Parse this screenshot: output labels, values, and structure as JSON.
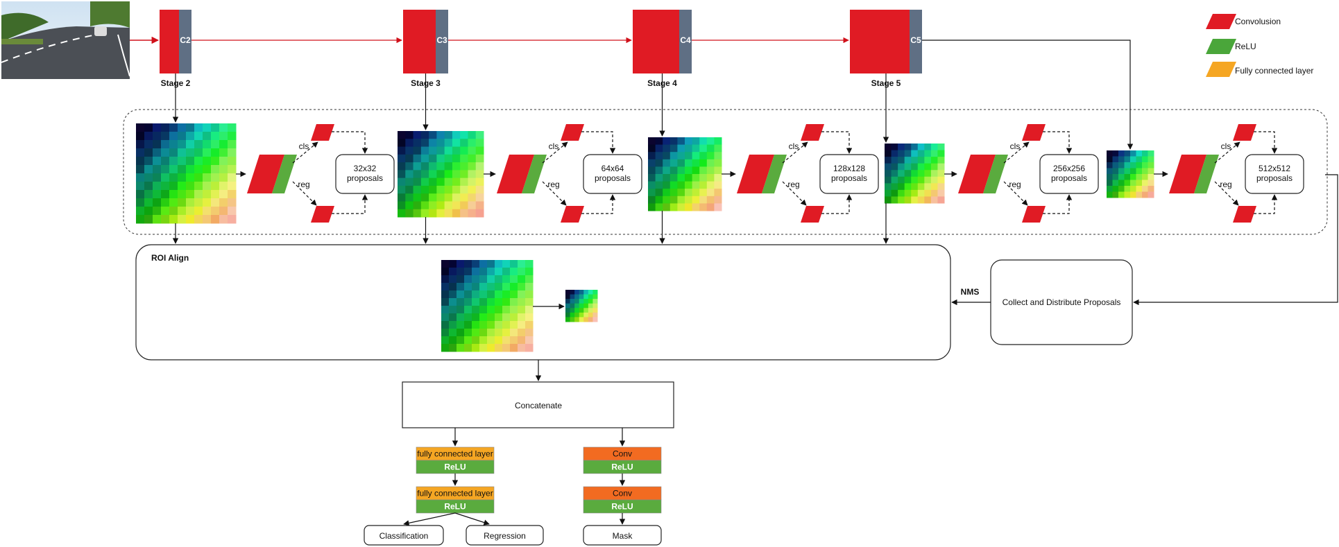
{
  "stages": [
    {
      "c_label": "C2",
      "stage_label": "Stage 2",
      "proposal_label": "32x32\nproposals"
    },
    {
      "c_label": "C3",
      "stage_label": "Stage 3",
      "proposal_label": "64x64\nproposals"
    },
    {
      "c_label": "C4",
      "stage_label": "Stage 4",
      "proposal_label": "128x128\nproposals"
    },
    {
      "c_label": "C5",
      "stage_label": "Stage 5",
      "proposal_label": "256x256\nproposals"
    },
    {
      "c_label": "",
      "stage_label": "",
      "proposal_label": "512x512\nproposals"
    }
  ],
  "rpn": {
    "cls_label": "cls",
    "reg_label": "reg"
  },
  "legend": [
    {
      "label": "Convolusion",
      "color": "#e01b24"
    },
    {
      "label": "ReLU",
      "color": "#4aa63a"
    },
    {
      "label": "Fully connected layer",
      "color": "#f5a623"
    }
  ],
  "roi_align": {
    "label": "ROI Align"
  },
  "nms": {
    "label": "NMS"
  },
  "collect": {
    "label": "Collect and Distribute Proposals"
  },
  "concat": {
    "label": "Concatenate"
  },
  "head_left": {
    "fc_label": "fully connected layer",
    "relu_label": "ReLU",
    "outputs": [
      "Classification",
      "Regression"
    ]
  },
  "head_right": {
    "conv_label": "Conv",
    "relu_label": "ReLU",
    "output": "Mask"
  },
  "colors": {
    "conv_red": "#e01b24",
    "relu_green": "#5aab3e",
    "fc_orange": "#f5a623",
    "conv_orange": "#f26b21",
    "c_gray": "#5f6f84"
  }
}
